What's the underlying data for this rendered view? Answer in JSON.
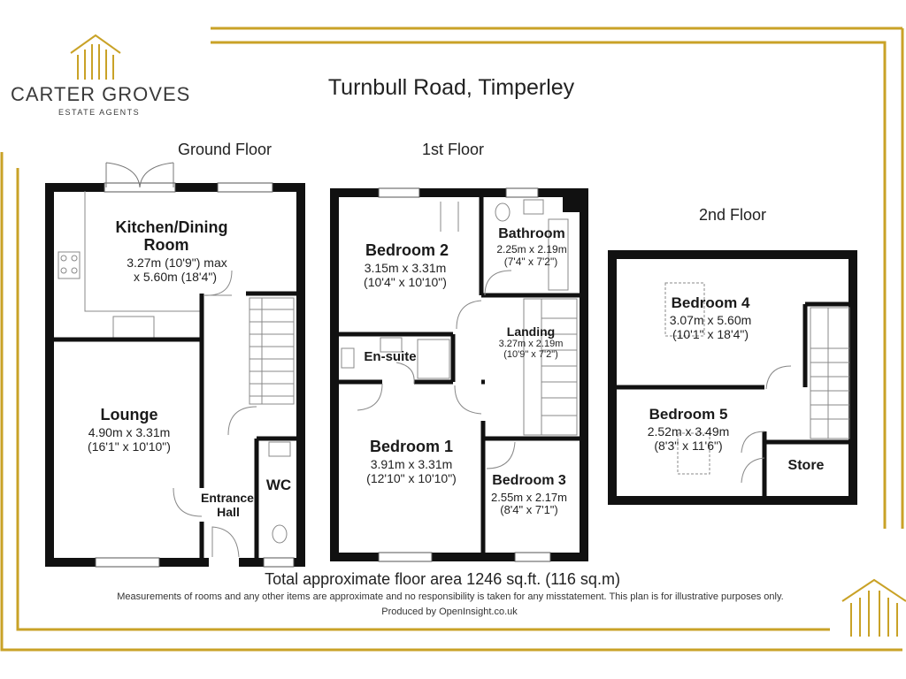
{
  "brand": {
    "name": "CARTER GROVES",
    "tagline": "ESTATE AGENTS",
    "accent_color": "#c9a227"
  },
  "title": "Turnbull Road, Timperley",
  "floors": {
    "ground": "Ground Floor",
    "first": "1st Floor",
    "second": "2nd Floor"
  },
  "rooms": {
    "kitchen": {
      "name_line1": "Kitchen/Dining",
      "name_line2": "Room",
      "dim_line1": "3.27m (10'9\") max",
      "dim_line2": "x 5.60m (18'4\")"
    },
    "lounge": {
      "name": "Lounge",
      "dim_m": "4.90m x 3.31m",
      "dim_ft": "(16'1\" x 10'10\")"
    },
    "entrance_hall": {
      "name_line1": "Entrance",
      "name_line2": "Hall"
    },
    "wc": {
      "name": "WC"
    },
    "bedroom2": {
      "name": "Bedroom 2",
      "dim_m": "3.15m x 3.31m",
      "dim_ft": "(10'4\" x 10'10\")"
    },
    "bathroom": {
      "name": "Bathroom",
      "dim_m": "2.25m x 2.19m",
      "dim_ft": "(7'4\" x 7'2\")"
    },
    "landing": {
      "name": "Landing",
      "dim_m": "3.27m x 2.19m",
      "dim_ft": "(10'9\" x 7'2\")"
    },
    "ensuite": {
      "name": "En-suite"
    },
    "bedroom1": {
      "name": "Bedroom 1",
      "dim_m": "3.91m x 3.31m",
      "dim_ft": "(12'10\" x 10'10\")"
    },
    "bedroom3": {
      "name": "Bedroom 3",
      "dim_m": "2.55m x 2.17m",
      "dim_ft": "(8'4\" x 7'1\")"
    },
    "bedroom4": {
      "name": "Bedroom 4",
      "dim_m": "3.07m x 5.60m",
      "dim_ft": "(10'1\" x 18'4\")"
    },
    "bedroom5": {
      "name": "Bedroom 5",
      "dim_m": "2.52m x 3.49m",
      "dim_ft": "(8'3\" x 11'6\")"
    },
    "store": {
      "name": "Store"
    }
  },
  "footer": {
    "area": "Total approximate floor area 1246 sq.ft. (116 sq.m)",
    "disclaimer": "Measurements of rooms and any other items are approximate and no responsibility is taken for any misstatement. This plan is for illustrative purposes only.",
    "produced_by": "Produced by OpenInsight.co.uk"
  }
}
